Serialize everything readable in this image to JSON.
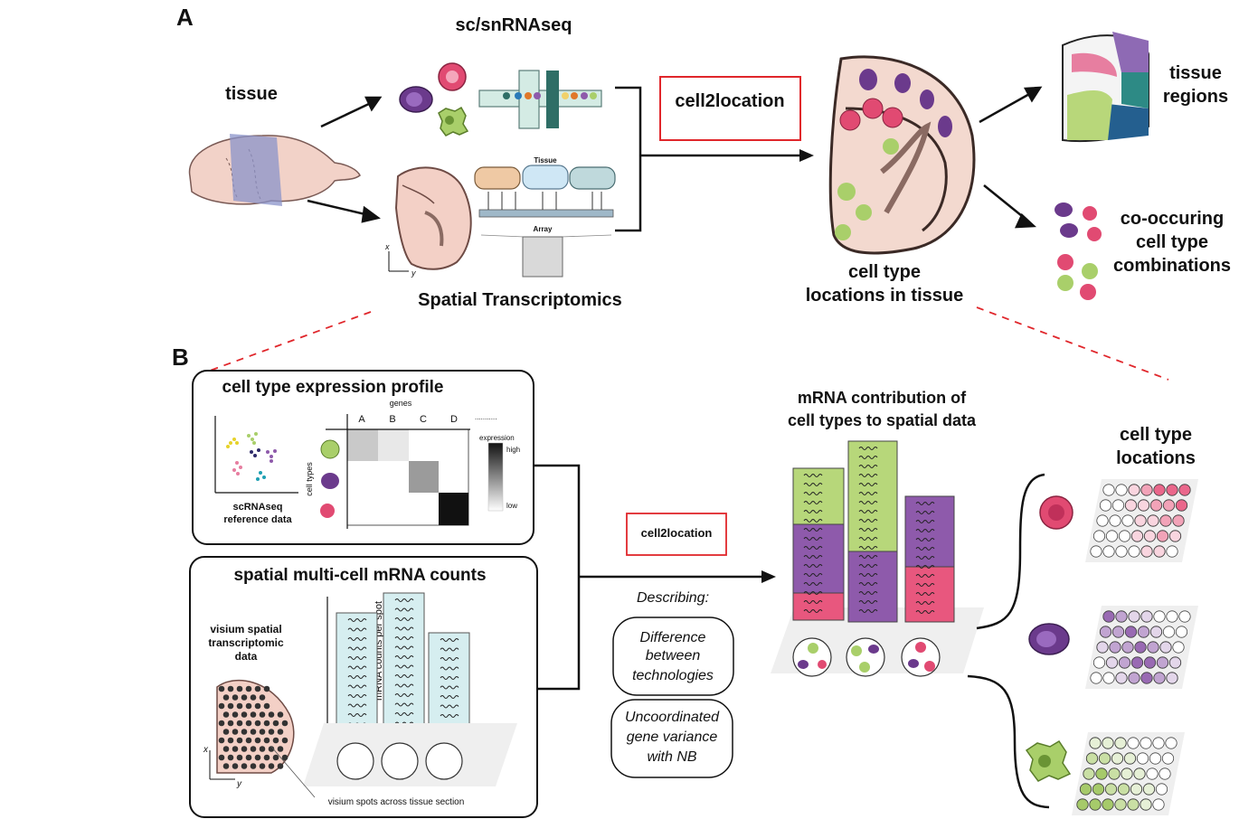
{
  "panel_a": {
    "label": "A",
    "sc_title": "sc/snRNAseq",
    "tissue": "tissue",
    "spatial_title": "Spatial Transcriptomics",
    "c2l": "cell2location",
    "loc_line1": "cell type",
    "loc_line2": "locations in tissue",
    "regions_line1": "tissue",
    "regions_line2": "regions",
    "cooc_line1": "co-occuring",
    "cooc_line2": "cell type",
    "cooc_line3": "combinations",
    "array_tissue": "Tissue",
    "array_label": "Array",
    "axis_x": "x",
    "axis_y": "y"
  },
  "panel_b": {
    "label": "B",
    "profile_title": "cell type expression profile",
    "genes_label": "genes",
    "gene_cols": [
      "A",
      "B",
      "C",
      "D",
      "..........."
    ],
    "cell_types_label": "cell types",
    "expression_label": "expression",
    "high": "high",
    "low": "low",
    "scrna_line1": "scRNAseq",
    "scrna_line2": "reference data",
    "spatial_title": "spatial multi-cell mRNA counts",
    "visium_line1": "visium spatial",
    "visium_line2": "transcriptomic",
    "visium_line3": "data",
    "mrna_axis": "mRNA counts per spot",
    "spots_caption": "visium spots across tissue section",
    "c2l": "cell2location",
    "describing": "Describing:",
    "box1_line1": "Difference",
    "box1_line2": "between",
    "box1_line3": "technologies",
    "box2_line1": "Uncoordinated",
    "box2_line2": "gene variance",
    "box2_line3": "with NB",
    "contrib_line1": "mRNA contribution of",
    "contrib_line2": "cell types to spatial data",
    "locations_line1": "cell type",
    "locations_line2": "locations",
    "axis_x": "x",
    "axis_y": "y"
  },
  "colors": {
    "green": "#b7d77a",
    "purple": "#8e5aab",
    "pink": "#e8577e",
    "teal_box": "#d6eef0",
    "red_box": "#e0262b",
    "tissue": "#f3d9cf"
  }
}
